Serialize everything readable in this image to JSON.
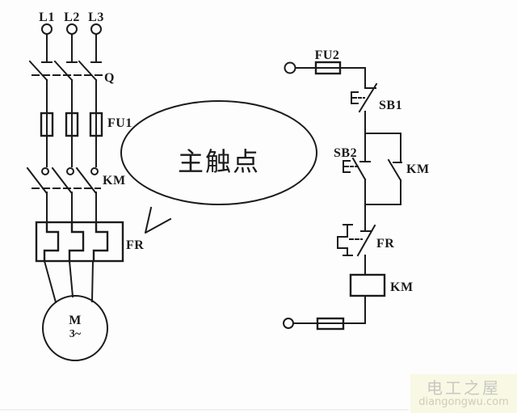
{
  "diagram": {
    "description_labels": {
      "l1": "L1",
      "l2": "L2",
      "l3": "L3",
      "q": "Q",
      "fu1": "FU1",
      "km_main": "KM",
      "fr_main": "FR",
      "motor_m": "M",
      "motor_phase": "3~",
      "fu2": "FU2",
      "sb1": "SB1",
      "sb2": "SB2",
      "km_aux": "KM",
      "fr_nc": "FR",
      "km_coil": "KM"
    },
    "bubble": {
      "text": "主触点"
    }
  },
  "watermark": {
    "title": "电工之屋",
    "domain": "diangongwu.com"
  },
  "colors": {
    "ink": "#1b1b1b",
    "paper": "#fdfdfd",
    "watermark_bg": "#f8f8e4",
    "watermark_text": "#c8c8c2",
    "watermark_domain": "#cdcdba"
  }
}
